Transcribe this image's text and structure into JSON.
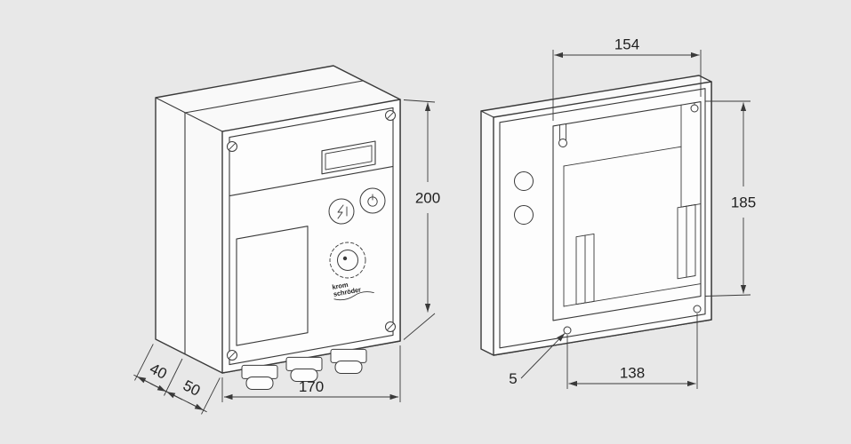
{
  "drawing": {
    "title": "enclosure-dimension-drawing",
    "colors": {
      "background": "#e8e8e8",
      "face": "#f9f9f9",
      "panel": "#fdfdfd",
      "line": "#3a3a3a",
      "dim": "#3a3a3a",
      "text": "#1f1f1f"
    }
  },
  "front_view": {
    "logo_line1": "krom",
    "logo_line2": "schröder",
    "dim_height": "200",
    "dim_width": "170",
    "dim_depth_rear": "40",
    "dim_depth_front": "50",
    "icons": {
      "power_button": "power-icon",
      "reset_button": "reset-icon",
      "knob_marker": "dot-marker"
    }
  },
  "rear_view": {
    "dim_opening_width": "154",
    "dim_opening_height": "185",
    "dim_hole_spacing": "138",
    "dim_hole": "5"
  }
}
